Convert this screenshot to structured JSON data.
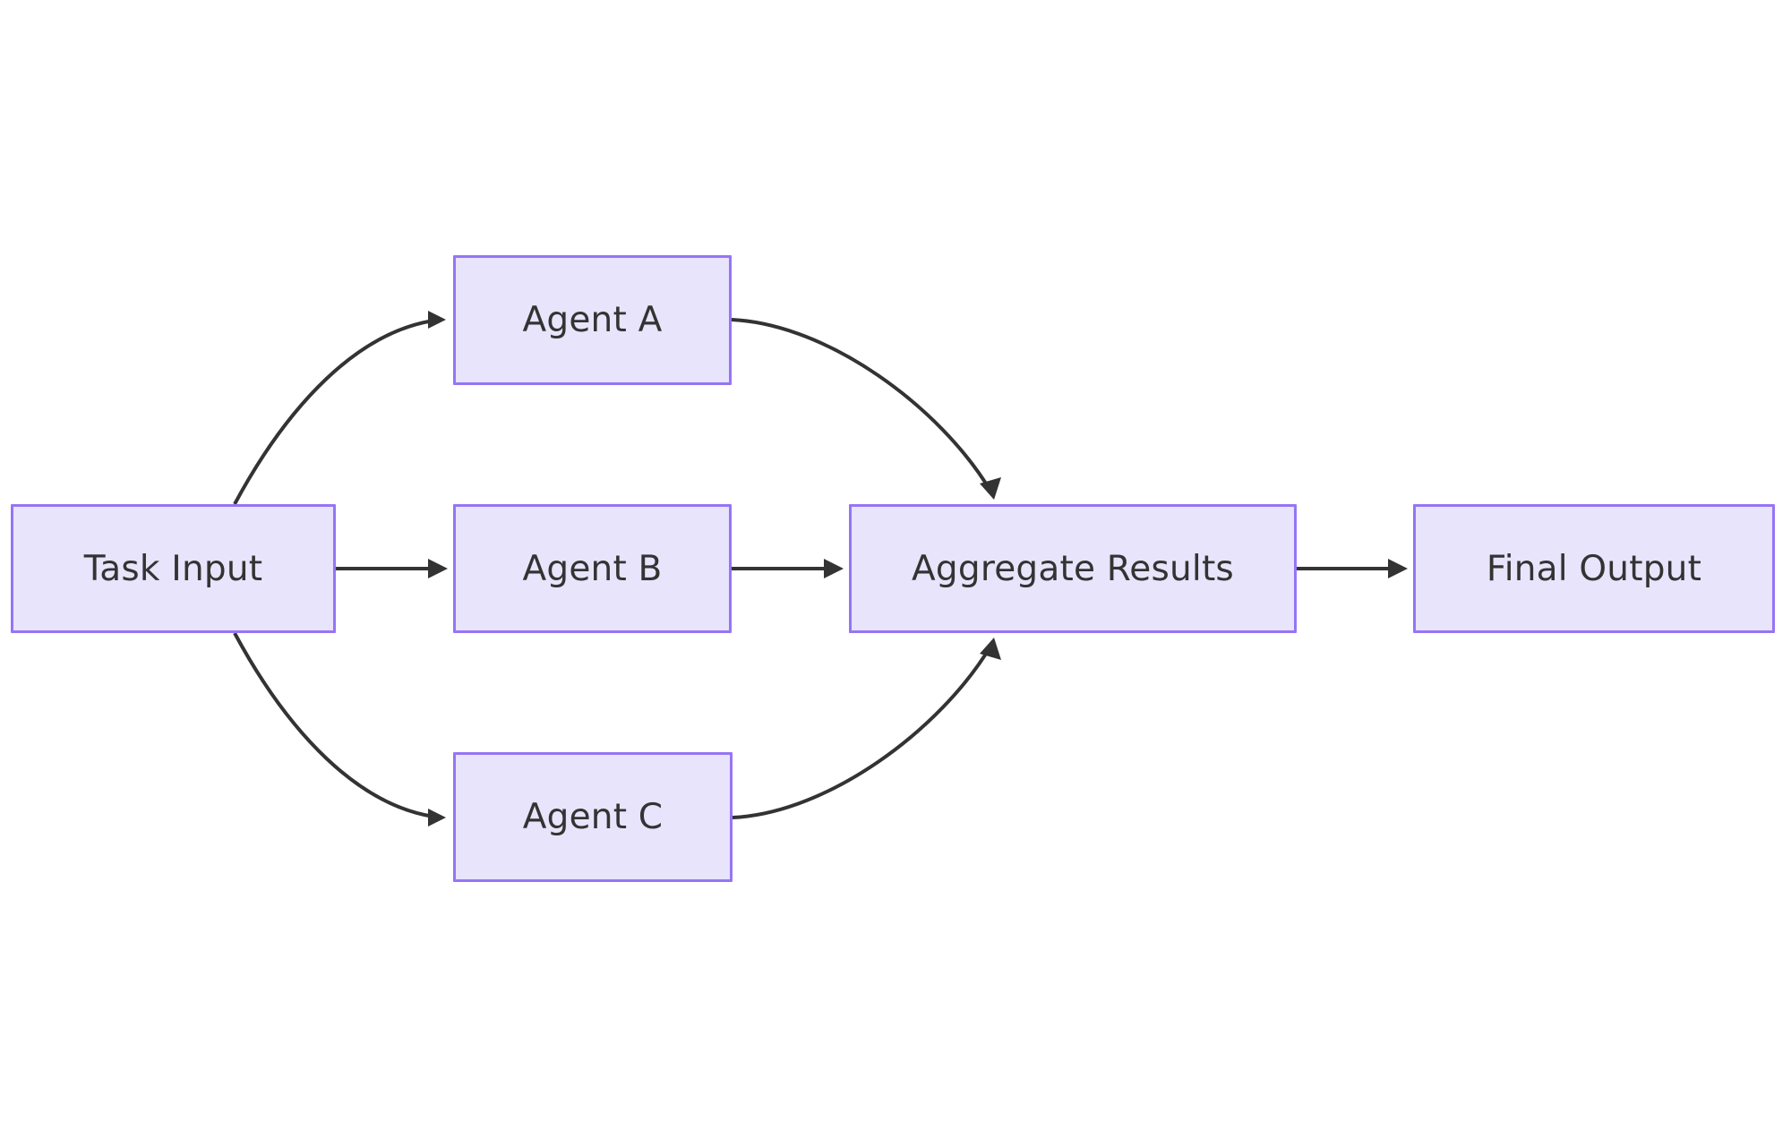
{
  "diagram": {
    "type": "flowchart",
    "orientation": "left-to-right",
    "background_color": "#ffffff",
    "node_fill_color": "#e8e4fb",
    "node_border_color": "#9575f5",
    "node_text_color": "#333333",
    "edge_color": "#333333",
    "nodes": [
      {
        "id": "task_input",
        "label": "Task Input"
      },
      {
        "id": "agent_a",
        "label": "Agent A"
      },
      {
        "id": "agent_b",
        "label": "Agent B"
      },
      {
        "id": "agent_c",
        "label": "Agent C"
      },
      {
        "id": "aggregate",
        "label": "Aggregate Results"
      },
      {
        "id": "final",
        "label": "Final Output"
      }
    ],
    "edges": [
      {
        "from": "task_input",
        "to": "agent_a",
        "label": "",
        "style": "curved"
      },
      {
        "from": "task_input",
        "to": "agent_b",
        "label": "",
        "style": "straight"
      },
      {
        "from": "task_input",
        "to": "agent_c",
        "label": "",
        "style": "curved"
      },
      {
        "from": "agent_a",
        "to": "aggregate",
        "label": "",
        "style": "curved"
      },
      {
        "from": "agent_b",
        "to": "aggregate",
        "label": "",
        "style": "straight"
      },
      {
        "from": "agent_c",
        "to": "aggregate",
        "label": "",
        "style": "curved"
      },
      {
        "from": "aggregate",
        "to": "final",
        "label": "",
        "style": "straight"
      }
    ]
  }
}
